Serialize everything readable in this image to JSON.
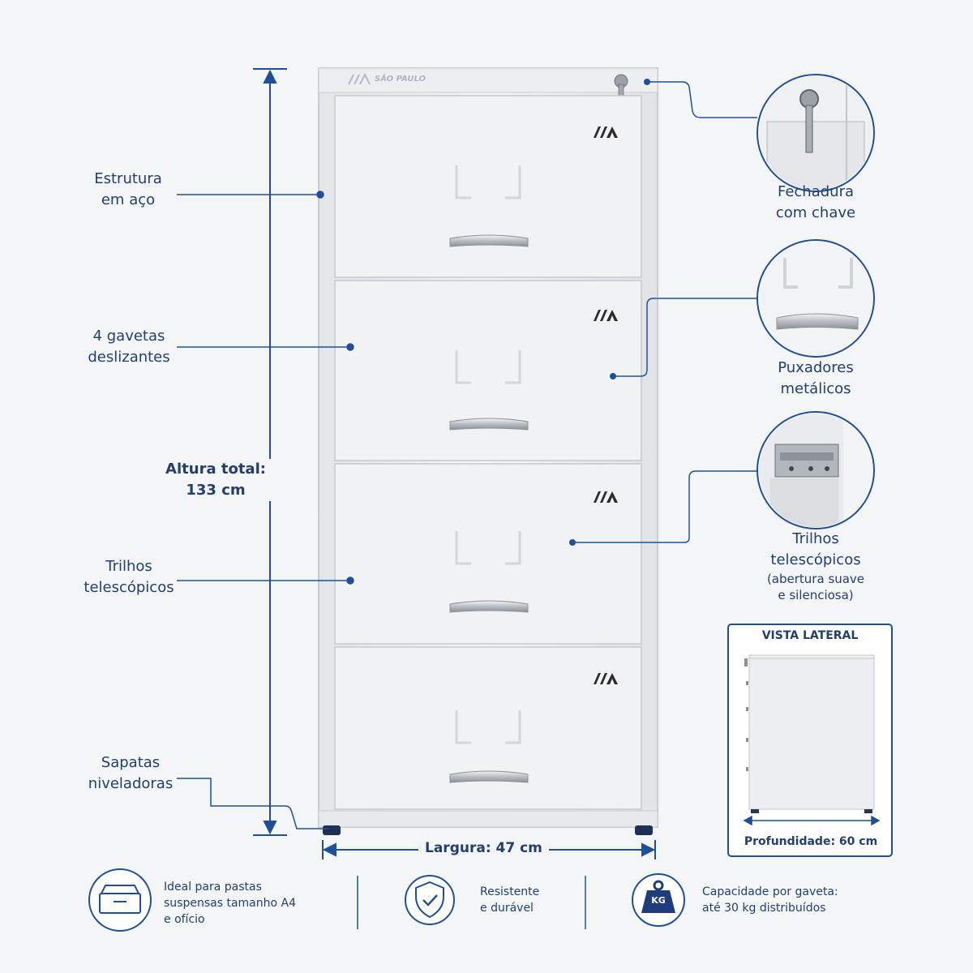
{
  "brand": {
    "logo_text": "SÃO PAULO"
  },
  "callouts_left": {
    "estrutura": "Estrutura\nem aço",
    "gavetas": "4 gavetas\ndeslizantes",
    "altura": "Altura total:\n133 cm",
    "trilhos": "Trilhos\ntelescópicos",
    "sapatas": "Sapatas\nniveladoras"
  },
  "callouts_right": {
    "fechadura": "Fechadura\ncom chave",
    "puxadores": "Puxadores\nmetálicos",
    "trilhos_title": "Trilhos\ntelescópicos",
    "trilhos_detail": "(abertura suave\ne silenciosa)"
  },
  "dimensions": {
    "largura": "Largura: 47 cm",
    "profundidade": "Profundidade:  60 cm"
  },
  "side_view": {
    "title": "VISTA LATERAL"
  },
  "features": [
    {
      "icon": "drawer-icon",
      "text": "Ideal para pastas\nsuspensas tamanho A4\ne ofício"
    },
    {
      "icon": "shield-check-icon",
      "text": "Resistente\ne durável"
    },
    {
      "icon": "weight-icon",
      "text": "Capacidade por gaveta:\naté 30 kg distribuídos",
      "badge": "KG"
    }
  ],
  "colors": {
    "accent": "#1f4f9a",
    "text": "#223f6e",
    "cabinet": "#f0f1f3",
    "edge": "#c9ccd1"
  }
}
